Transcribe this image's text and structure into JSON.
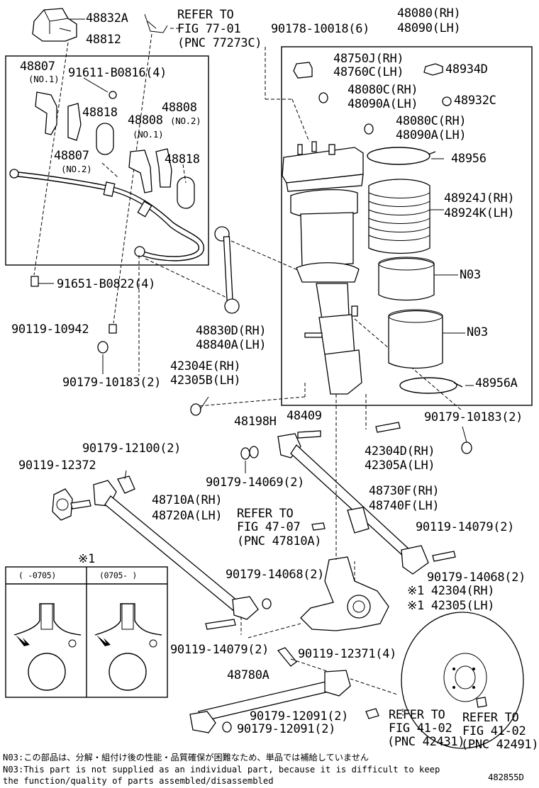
{
  "labels": {
    "p48832A": "48832A",
    "p48812": "48812",
    "refer77_l1": "REFER TO",
    "refer77_l2": "FIG 77-01",
    "refer77_l3": "(PNC 77273C)",
    "p90178": "90178-10018(6)",
    "p48080rh": "48080(RH)",
    "p48090lh": "48090(LH)",
    "p48807a": "48807",
    "no1a": "(NO.1)",
    "p91611": "91611-B0816(4)",
    "p48818a": "48818",
    "p48808a": "48808",
    "no1b": "(NO.1)",
    "p48808b": "48808",
    "no2b": "(NO.2)",
    "p48807b": "48807",
    "no2a": "(NO.2)",
    "p48818b": "48818",
    "p48750J": "48750J(RH)",
    "p48760C": "48760C(LH)",
    "p48934D": "48934D",
    "p48080C1": "48080C(RH)",
    "p48090A1": "48090A(LH)",
    "p48932C": "48932C",
    "p48080C2": "48080C(RH)",
    "p48090A2": "48090A(LH)",
    "p48956": "48956",
    "p48924J": "48924J(RH)",
    "p48924K": "48924K(LH)",
    "n03a": "N03",
    "n03b": "N03",
    "p48956A": "48956A",
    "p91651": "91651-B0822(4)",
    "p90119_10942": "90119-10942",
    "p48830D": "48830D(RH)",
    "p48840A": "48840A(LH)",
    "p90179_10183a": "90179-10183(2)",
    "p42304E": "42304E(RH)",
    "p42305B": "42305B(LH)",
    "p48198H": "48198H",
    "p48409": "48409",
    "p90179_10183b": "90179-10183(2)",
    "p90179_12100": "90179-12100(2)",
    "p42304D": "42304D(RH)",
    "p42305A": "42305A(LH)",
    "p90119_12372": "90119-12372",
    "p90179_14069": "90179-14069(2)",
    "p48730F": "48730F(RH)",
    "p48740F": "48740F(LH)",
    "p48710A": "48710A(RH)",
    "p48720A": "48720A(LH)",
    "refer47_l1": "REFER TO",
    "refer47_l2": "FIG 47-07",
    "refer47_l3": "(PNC 47810A)",
    "p90119_14079a": "90119-14079(2)",
    "note1": "※1",
    "p90179_14068a": "90179-14068(2)",
    "p90179_14068b": "90179-14068(2)",
    "p42304rh": "※1 42304(RH)",
    "p42305lh": "※1 42305(LH)",
    "p90119_14079b": "90119-14079(2)",
    "p90119_12371": "90119-12371(4)",
    "p48780A": "48780A",
    "p90179_12091a": "90179-12091(2)",
    "p90179_12091b": "90179-12091(2)",
    "refer41a_l1": "REFER TO",
    "refer41a_l2": "FIG 41-02",
    "refer41a_l3": "(PNC 42431)",
    "refer41b_l1": "REFER TO",
    "refer41b_l2": "FIG 41-02",
    "refer41b_l3": "(PNC 42491)"
  },
  "inset": {
    "left_header": "(   -0705)",
    "right_header": "(0705-   )"
  },
  "footnotes": {
    "jp": "N03:この部品は、分解・組付け後の性能・品質確保が困難なため、単品では補給していません",
    "en1": "N03:This part is not supplied as an individual part, because it is difficult to keep",
    "en2": "    the function/quality of parts assembled/disassembled"
  },
  "diagram_id": "482855D"
}
